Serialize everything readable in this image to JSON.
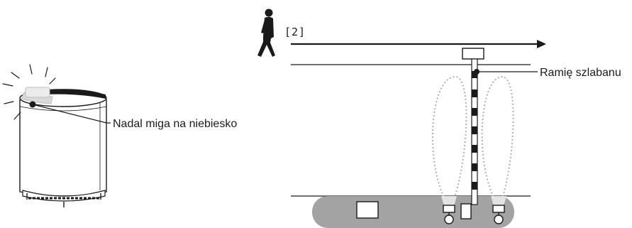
{
  "step_label": "[2]",
  "labels": {
    "blink_status": "Nadal miga na niebiesko",
    "barrier_arm": "Ramię szlabanu"
  },
  "colors": {
    "ink": "#1a1a1a",
    "ground": "#a3a3a3",
    "beam": "#b0b0b0",
    "flash": "#bdbdbd"
  },
  "icons": {
    "pedestrian": "walking-person-icon",
    "device": "cylindrical-sensor-device",
    "camera": "camera-unit-icon"
  }
}
